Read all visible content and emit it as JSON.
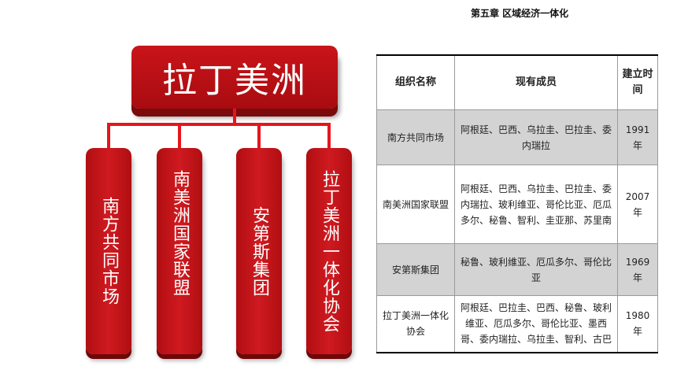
{
  "header": {
    "chapter": "第五章  区域经济一体化"
  },
  "chart": {
    "root": "拉丁美洲",
    "branches": [
      "南方共同市场",
      "南美洲国家联盟",
      "安第斯集团",
      "拉丁美洲一体化协会"
    ]
  },
  "table": {
    "headers": [
      "组织名称",
      "现有成员",
      "建立时间"
    ],
    "rows": [
      {
        "name": "南方共同市场",
        "members": "阿根廷、巴西、乌拉圭、巴拉圭、委内瑞拉",
        "year": "1991 年"
      },
      {
        "name": "南美洲国家联盟",
        "members": "阿根廷、巴西、乌拉圭、巴拉圭、委内瑞拉、玻利维亚、哥伦比亚、厄瓜多尔、秘鲁、智利、圭亚那、苏里南",
        "year": "2007 年"
      },
      {
        "name": "安第斯集团",
        "members": "秘鲁、玻利维亚、厄瓜多尔、哥伦比亚",
        "year": "1969 年"
      },
      {
        "name": "拉丁美洲一体化协会",
        "members": "阿根廷、巴拉圭、巴西、秘鲁、玻利维亚、厄瓜多尔、哥伦比亚、墨西哥、委内瑞拉、乌拉圭、智利、古巴",
        "year": "1980 年"
      }
    ]
  }
}
